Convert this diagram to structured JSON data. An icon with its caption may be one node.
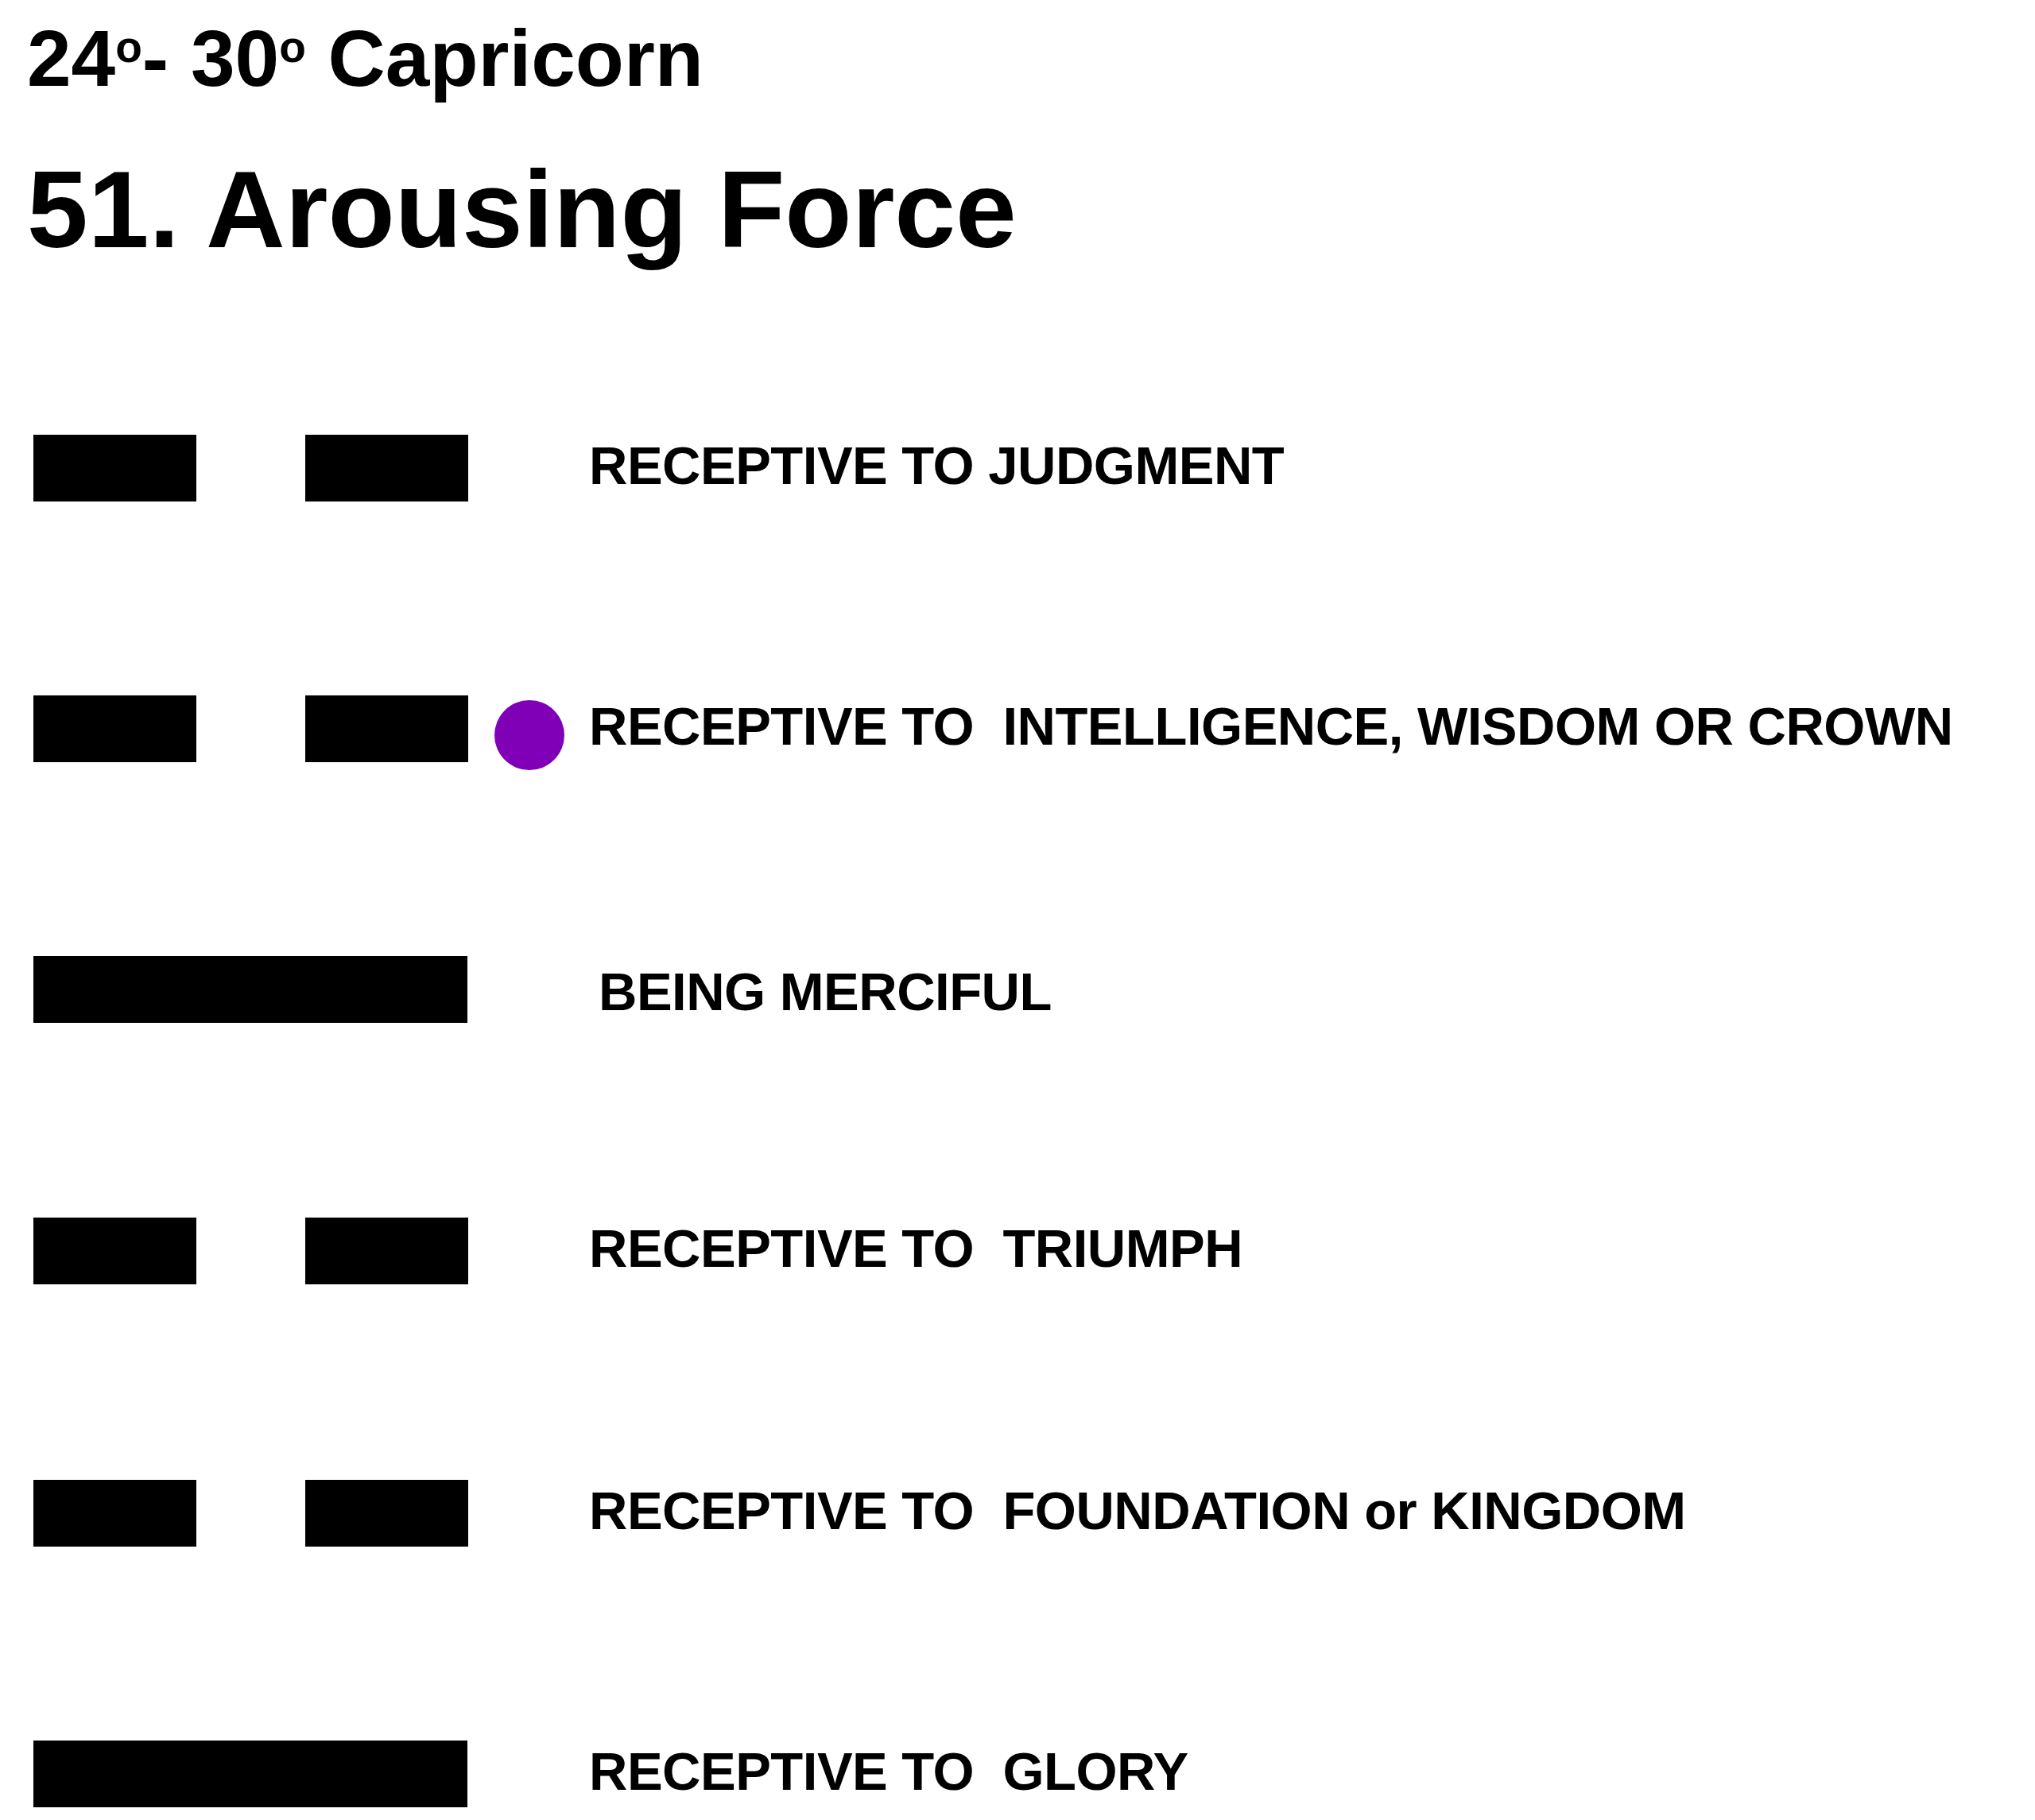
{
  "diagram": {
    "title": "24$^{o}$- 30$^{o}$ Capricorn",
    "nodes": [
      {
        "text": [],
        "shape": "bar"
      },
      {
        "text": [],
        "shape": "bar"
      },
      {
        "text": [],
        "shape": "bar"
      },
      {
        "text": [],
        "shape": "bar"
      },
      {
        "text": [],
        "shape": "circle"
      },
      {
        "text": [],
        "shape": "bar"
      },
      {
        "text": [],
        "shape": "bar"
      },
      {
        "text": [],
        "shape": "bar"
      },
      {
        "text": [],
        "shape": "bar"
      },
      {
        "text": [],
        "shape": "bar"
      },
      {
        "text": [],
        "shape": "bar"
      }
    ],
    "edges": [],
    "labels": [
      "51. Arousing Force",
      "RECEPTIVE TO JUDGMENT",
      "RECEPTIVE TO  INTELLIGENCE, WISDOM OR CROWN",
      "BEING MERCIFUL",
      "RECEPTIVE TO  TRIUMPH",
      "RECEPTIVE TO  FOUNDATION or KINGDOM",
      "RECEPTIVE TO  GLORY"
    ]
  }
}
